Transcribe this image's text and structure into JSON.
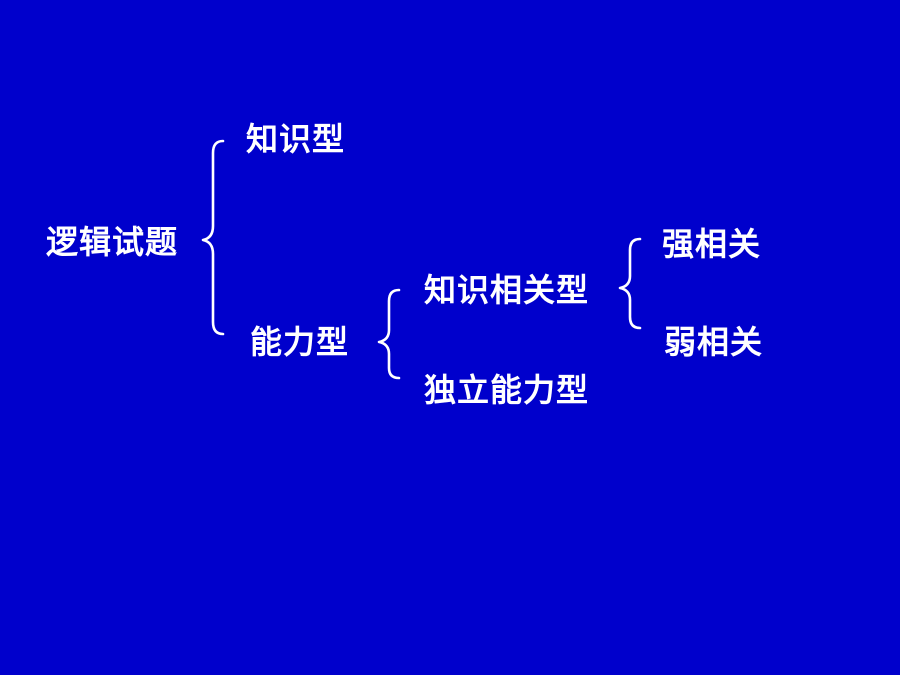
{
  "background_color": "#0000cc",
  "text_color": "#ffffff",
  "tree": {
    "root": "逻辑试题",
    "level1": {
      "knowledge": "知识型",
      "ability": "能力型"
    },
    "ability_children": {
      "knowledge_related": "知识相关型",
      "independent": "独立能力型"
    },
    "knowledge_related_children": {
      "strong": "强相关",
      "weak": "弱相关"
    }
  }
}
